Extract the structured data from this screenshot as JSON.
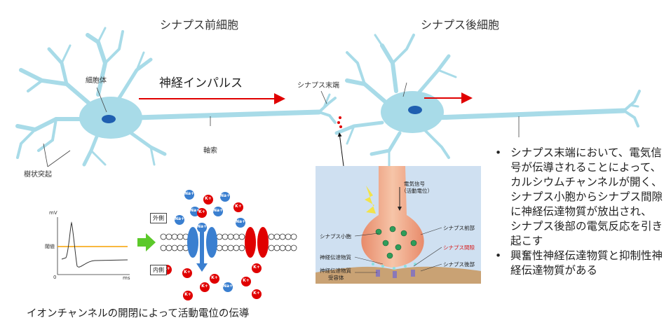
{
  "titles": {
    "presynaptic": "シナプス前細胞",
    "postsynaptic": "シナプス後細胞"
  },
  "labels": {
    "cell_body": "細胞体",
    "nerve_impulse": "神経インパルス",
    "synapse_terminal": "シナプス末端",
    "axon": "軸索",
    "dendrite": "樹状突起"
  },
  "bullets": [
    "シナプス末端において、電気信号が伝導されることによって、カルシウムチャンネルが開く、シナプス小胞からシナプス間隙に神経伝達物質が放出され、シナプス後部の電気反応を引き起こす",
    "興奮性神経伝達物質と抑制性神経伝達物質がある"
  ],
  "inset": {
    "electric_signal": "電気信号",
    "action_potential": "（活動電位）",
    "synaptic_vesicle": "シナプス小胞",
    "neurotransmitter": "神経伝達物質",
    "receptor_line1": "神経伝達物質",
    "receptor_line2": "受容体",
    "presynaptic_part": "シナプス前部",
    "synaptic_cleft": "シナプス間隙",
    "postsynaptic_part": "シナプス後部"
  },
  "action_potential_plot": {
    "y_unit": "mV",
    "threshold": "閾値",
    "zero": "0",
    "x_unit": "ms"
  },
  "membrane": {
    "outside": "外側",
    "inside": "内側",
    "na_ion": "Na+",
    "k_ion": "K+"
  },
  "caption": "イオンチャンネルの開閉によって活動電位の伝導",
  "colors": {
    "neuron": "#a8dbe8",
    "nucleus": "#1f5fb0",
    "impulse_arrow": "#e00000",
    "threshold_line": "#f5a000",
    "na_channel": "#3a7fd0",
    "k_channel": "#e00000",
    "green_arrow": "#5cc92a",
    "inset_bg": "#cfe0f1"
  }
}
